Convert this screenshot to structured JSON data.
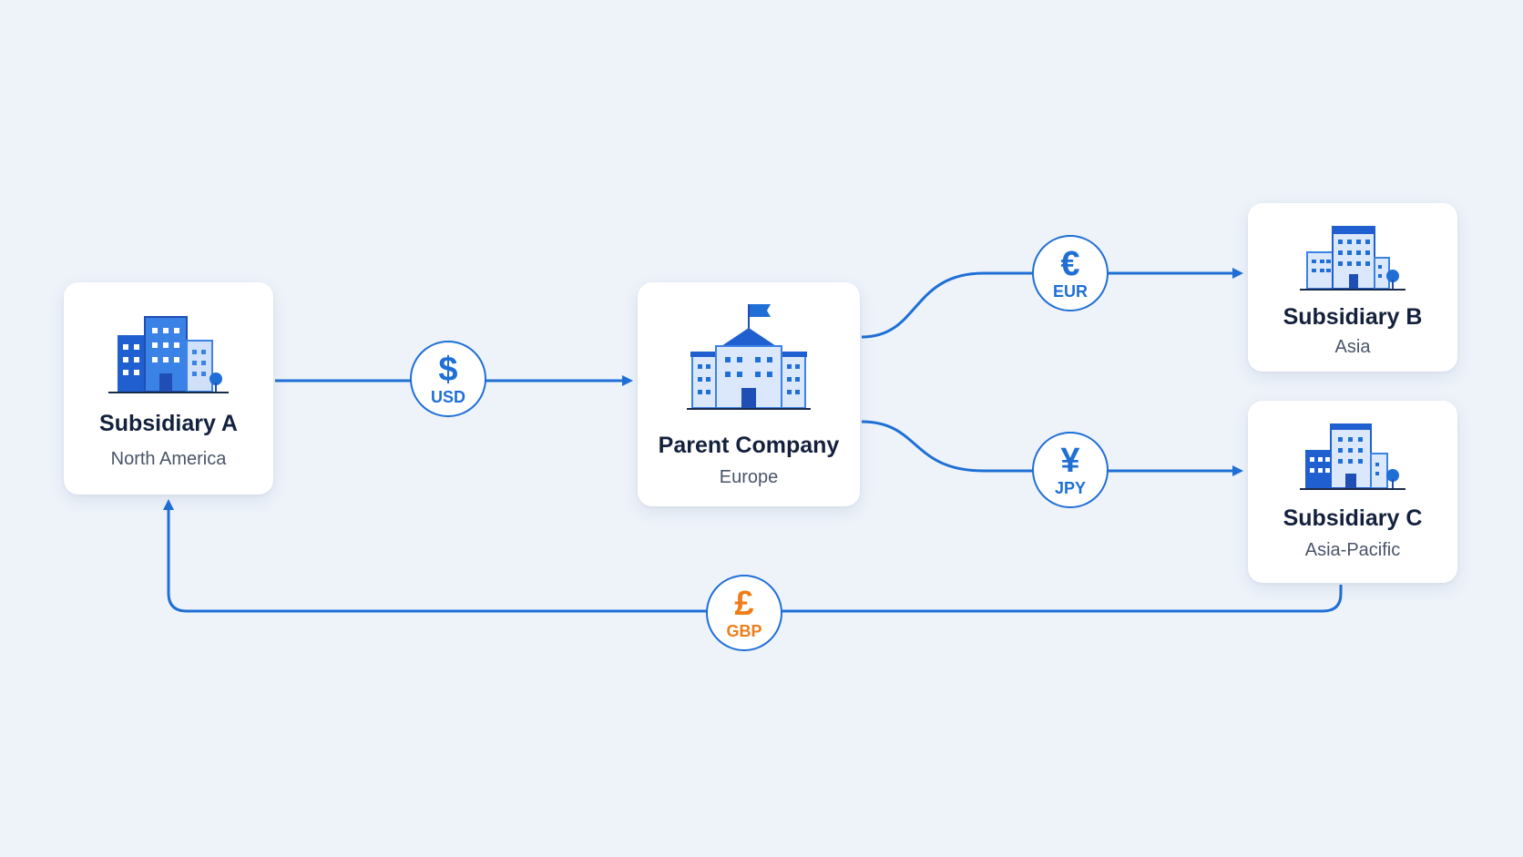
{
  "colors": {
    "flow": "#1f6fd6",
    "accent_blue": "#1f6fd6",
    "accent_orange": "#ef7d1a",
    "background": "#eef3fa"
  },
  "entities": {
    "subsidiary_a": {
      "name": "Subsidiary A",
      "region": "North America",
      "icon": "office-buildings-icon"
    },
    "parent": {
      "name": "Parent Company",
      "region": "Europe",
      "icon": "headquarters-flag-icon"
    },
    "subsidiary_b": {
      "name": "Subsidiary B",
      "region": "Asia",
      "icon": "office-buildings-icon"
    },
    "subsidiary_c": {
      "name": "Subsidiary C",
      "region": "Asia-Pacific",
      "icon": "office-buildings-icon"
    }
  },
  "flows": [
    {
      "from": "Subsidiary A",
      "to": "Parent Company",
      "currency": {
        "symbol": "$",
        "code": "USD",
        "color": "#1f6fd6"
      }
    },
    {
      "from": "Parent Company",
      "to": "Subsidiary B",
      "currency": {
        "symbol": "€",
        "code": "EUR",
        "color": "#1f6fd6"
      }
    },
    {
      "from": "Parent Company",
      "to": "Subsidiary C",
      "currency": {
        "symbol": "¥",
        "code": "JPY",
        "color": "#1f6fd6"
      }
    },
    {
      "from": "Subsidiary C",
      "to": "Subsidiary A",
      "currency": {
        "symbol": "£",
        "code": "GBP",
        "color": "#ef7d1a"
      }
    }
  ]
}
